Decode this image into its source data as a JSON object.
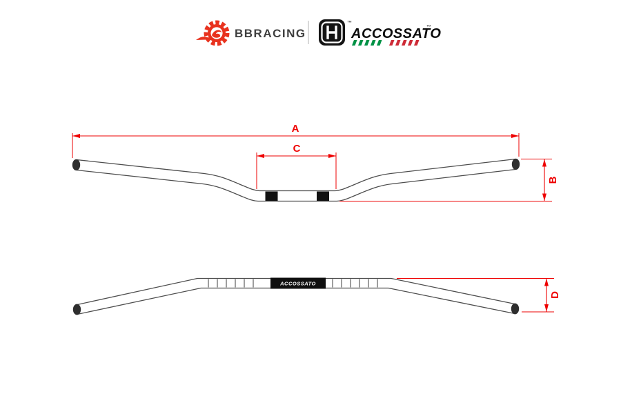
{
  "header": {
    "bbracing": {
      "label": "BBRACING",
      "icon": "gear-swoosh-icon"
    },
    "divider": "|",
    "accossato": {
      "label": "ACCOSSATO",
      "trademark": "™",
      "icon": "shield-monogram-icon"
    }
  },
  "diagram": {
    "front_view": {
      "dim_a_label": "A",
      "dim_b_label": "B",
      "dim_c_label": "C"
    },
    "plan_view": {
      "dim_d_label": "D",
      "bar_brand_text": "ACCOSSATO"
    },
    "colors": {
      "dimension_red": "#ee0000",
      "bar_outline": "#4d4d4d",
      "knurl_black": "#111111",
      "bbracing_red": "#e8321e",
      "flag_green": "#009246",
      "flag_red": "#ce2b37"
    }
  }
}
